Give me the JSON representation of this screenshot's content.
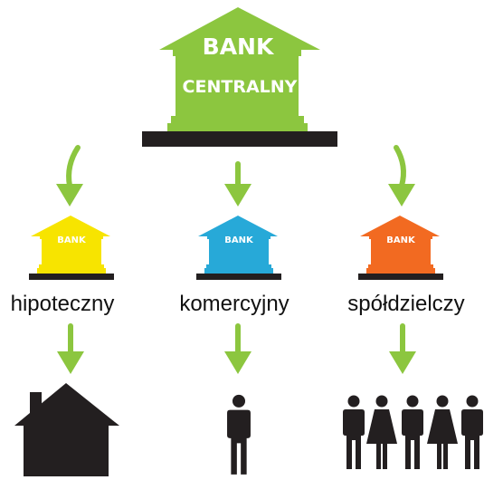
{
  "central_bank": {
    "line1": "BANK",
    "line2": "CENTRALNY",
    "color": "#8cc63f"
  },
  "banks": [
    {
      "label": "BANK",
      "type": "hipoteczny",
      "color": "#f7e400",
      "client_icon": "house-icon"
    },
    {
      "label": "BANK",
      "type": "komercyjny",
      "color": "#27a9d8",
      "client_icon": "person-icon"
    },
    {
      "label": "BANK",
      "type": "spółdzielczy",
      "color": "#f26a21",
      "client_icon": "people-group-icon"
    }
  ],
  "colors": {
    "arrow": "#8cc63f",
    "base": "#231f20",
    "text": "#111111"
  }
}
